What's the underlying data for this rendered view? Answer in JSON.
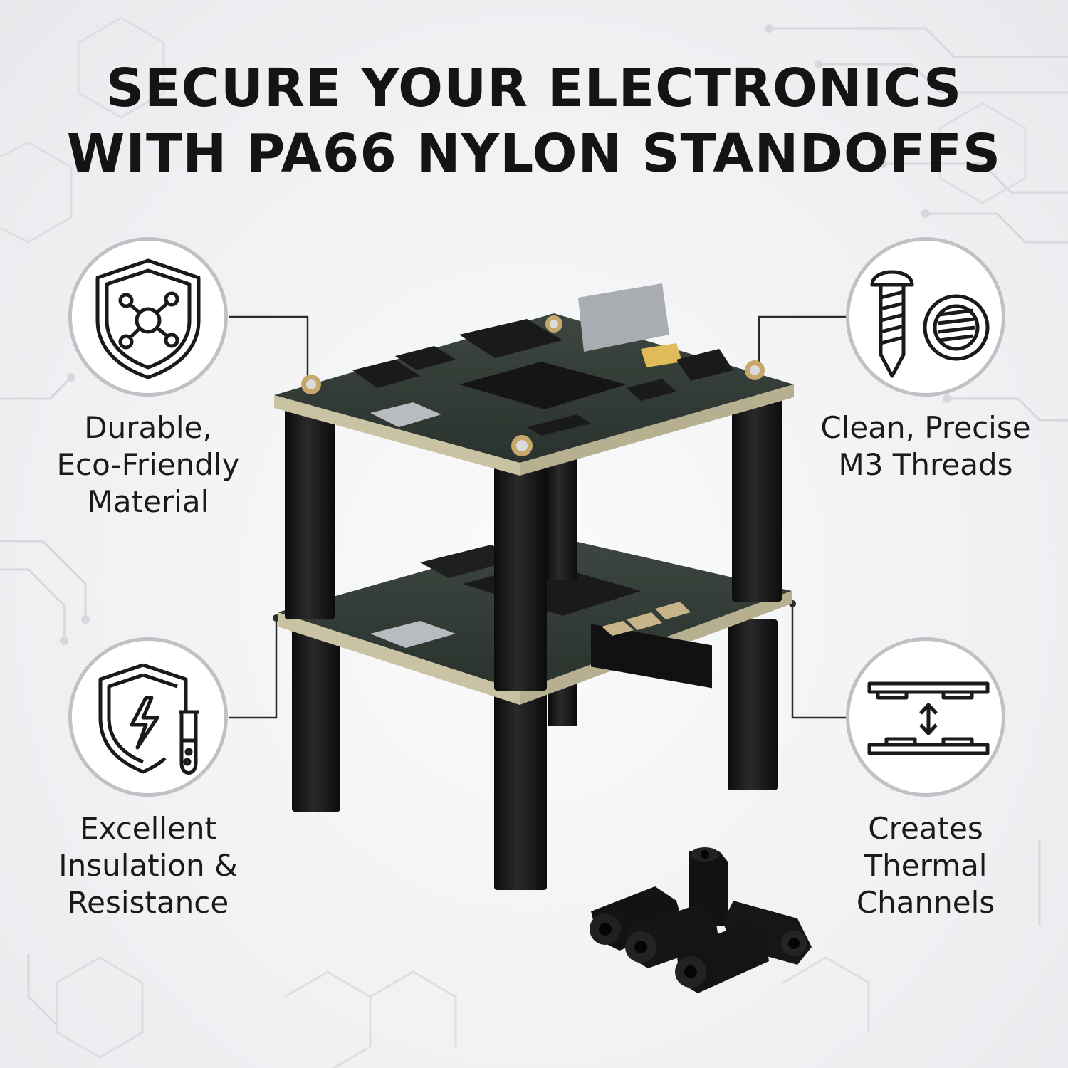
{
  "headline": {
    "line1": "SECURE YOUR ELECTRONICS",
    "line2": "WITH PA66 NYLON STANDOFFS"
  },
  "features": {
    "durable": {
      "icon": "shield-molecule-icon",
      "lines": [
        "Durable,",
        "Eco-Friendly",
        "Material"
      ]
    },
    "threads": {
      "icon": "screw-thread-icon",
      "lines": [
        "Clean, Precise",
        "M3 Threads"
      ]
    },
    "insulation": {
      "icon": "shield-lightning-test-tube-icon",
      "lines": [
        "Excellent",
        "Insulation &",
        "Resistance"
      ]
    },
    "thermal": {
      "icon": "stacked-boards-arrow-icon",
      "lines": [
        "Creates",
        "Thermal",
        "Channels"
      ]
    }
  },
  "colors": {
    "text": "#141414",
    "badge_ring": "#bfc1c5",
    "pcb_green": "#2f3a33",
    "standoff_black": "#151515"
  }
}
